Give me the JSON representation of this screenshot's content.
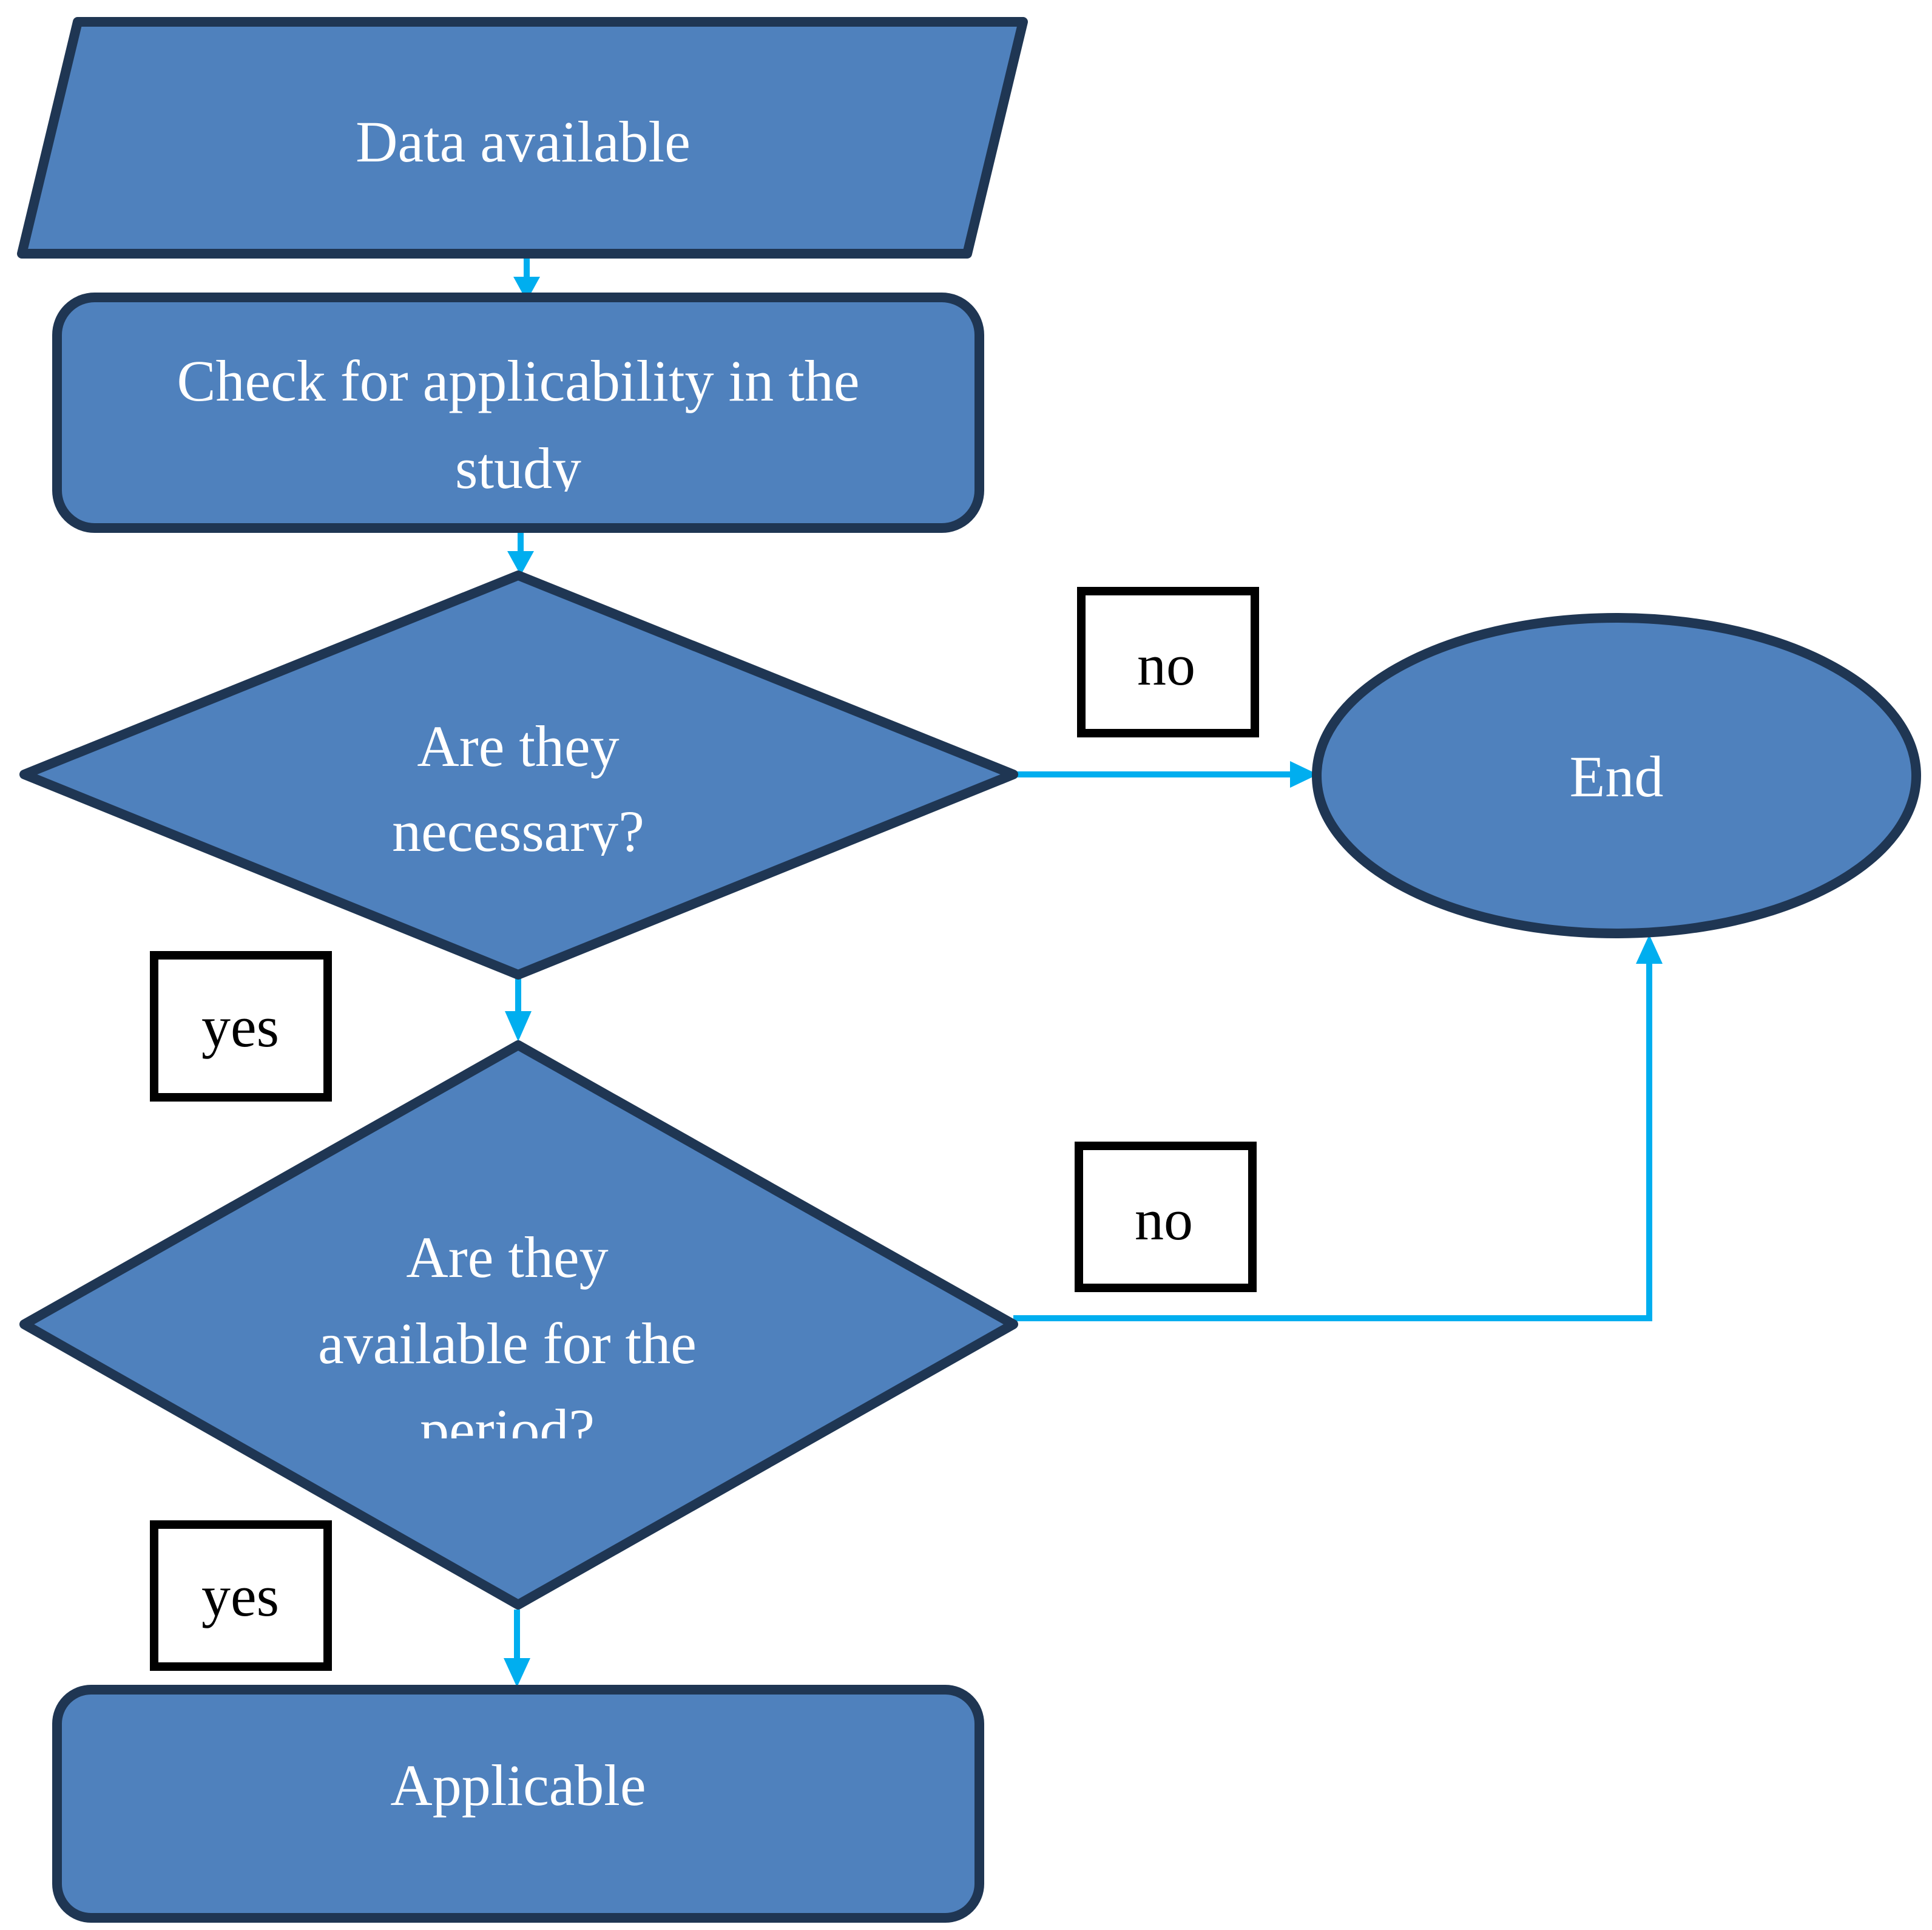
{
  "nodes": {
    "data_available": "Data available",
    "check_line1": "Check for applicability in the",
    "check_line2": "study",
    "decision1_line1": "Are they",
    "decision1_line2": "necessary?",
    "end": "End",
    "decision2_line1": "Are they",
    "decision2_line2": "available for the",
    "decision2_line3": "period?",
    "applicable": "Applicable"
  },
  "labels": {
    "no_top": "no",
    "yes_top": "yes",
    "no_bottom": "no",
    "yes_bottom": "yes"
  },
  "colors": {
    "shape_fill": "#4f81bd",
    "shape_stroke": "#1f3653",
    "connector": "#00aeef"
  }
}
